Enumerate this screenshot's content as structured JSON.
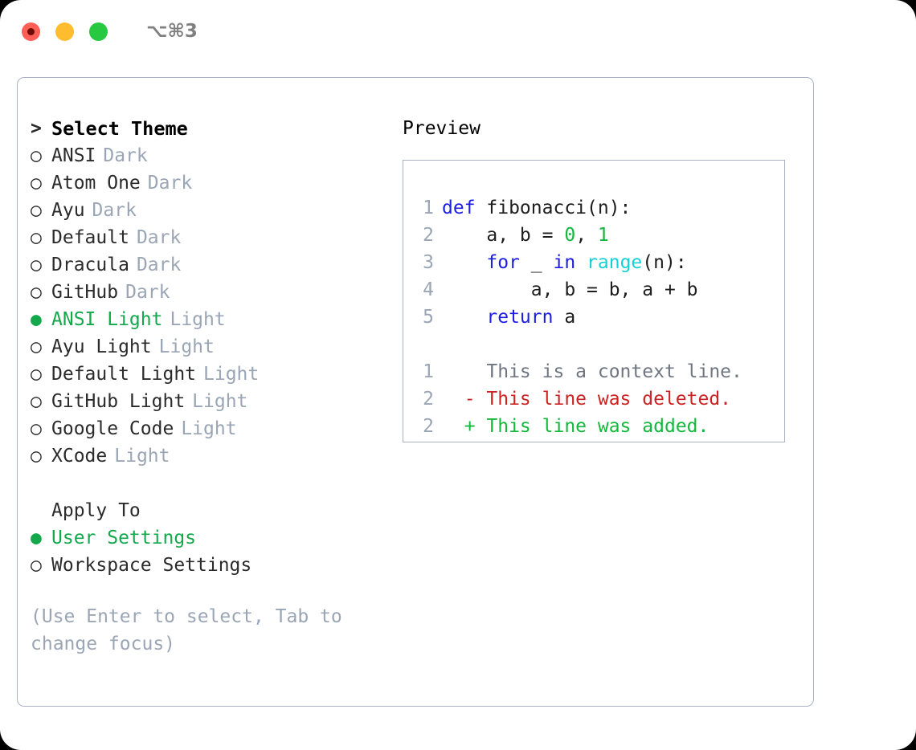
{
  "titlebar": {
    "shortcut": "⌥⌘3",
    "buttons": [
      "close",
      "minimize",
      "maximize"
    ]
  },
  "theme_panel": {
    "heading": "Select Theme",
    "heading_marker": ">",
    "bullet_unselected": "○",
    "bullet_selected": "●",
    "items": [
      {
        "name": "ANSI",
        "suffix": "Dark",
        "selected": false
      },
      {
        "name": "Atom One",
        "suffix": "Dark",
        "selected": false
      },
      {
        "name": "Ayu",
        "suffix": "Dark",
        "selected": false
      },
      {
        "name": "Default",
        "suffix": "Dark",
        "selected": false
      },
      {
        "name": "Dracula",
        "suffix": "Dark",
        "selected": false
      },
      {
        "name": "GitHub",
        "suffix": "Dark",
        "selected": false
      },
      {
        "name": "ANSI Light",
        "suffix": "Light",
        "selected": true
      },
      {
        "name": "Ayu Light",
        "suffix": "Light",
        "selected": false
      },
      {
        "name": "Default Light",
        "suffix": "Light",
        "selected": false
      },
      {
        "name": "GitHub Light",
        "suffix": "Light",
        "selected": false
      },
      {
        "name": "Google Code",
        "suffix": "Light",
        "selected": false
      },
      {
        "name": "XCode",
        "suffix": "Light",
        "selected": false
      }
    ]
  },
  "apply_to": {
    "heading": "Apply To",
    "items": [
      {
        "name": "User Settings",
        "selected": true
      },
      {
        "name": "Workspace Settings",
        "selected": false
      }
    ]
  },
  "hint": "(Use Enter to select, Tab to change focus)",
  "preview": {
    "title": "Preview",
    "code_lines": [
      {
        "num": "1",
        "tokens": [
          {
            "t": "def",
            "c": "kw"
          },
          {
            "t": " fibonacci(n):",
            "c": "txt"
          }
        ]
      },
      {
        "num": "2",
        "tokens": [
          {
            "t": "    a, b = ",
            "c": "txt"
          },
          {
            "t": "0",
            "c": "num"
          },
          {
            "t": ", ",
            "c": "txt"
          },
          {
            "t": "1",
            "c": "num"
          }
        ]
      },
      {
        "num": "3",
        "tokens": [
          {
            "t": "    ",
            "c": "txt"
          },
          {
            "t": "for",
            "c": "kw"
          },
          {
            "t": " _ ",
            "c": "txt"
          },
          {
            "t": "in",
            "c": "kw"
          },
          {
            "t": " ",
            "c": "txt"
          },
          {
            "t": "range",
            "c": "fn"
          },
          {
            "t": "(n):",
            "c": "txt"
          }
        ]
      },
      {
        "num": "4",
        "tokens": [
          {
            "t": "        a, b = b, a + b",
            "c": "txt"
          }
        ]
      },
      {
        "num": "5",
        "tokens": [
          {
            "t": "    ",
            "c": "txt"
          },
          {
            "t": "return",
            "c": "kw"
          },
          {
            "t": " a",
            "c": "txt"
          }
        ]
      }
    ],
    "diff_lines": [
      {
        "num": "1",
        "marker": " ",
        "text": " This is a context line.",
        "c": "ctx"
      },
      {
        "num": "2",
        "marker": "-",
        "text": " This line was deleted.",
        "c": "del"
      },
      {
        "num": "2",
        "marker": "+",
        "text": " This line was added.",
        "c": "add"
      }
    ]
  },
  "colors": {
    "accent_green": "#14a84c",
    "muted": "#9aa5b5",
    "border": "#a8b2c2",
    "keyword": "#1d1de3",
    "function": "#16d0d8",
    "number": "#14b83c",
    "diff_deleted": "#cc2222",
    "diff_added": "#14b83c"
  }
}
